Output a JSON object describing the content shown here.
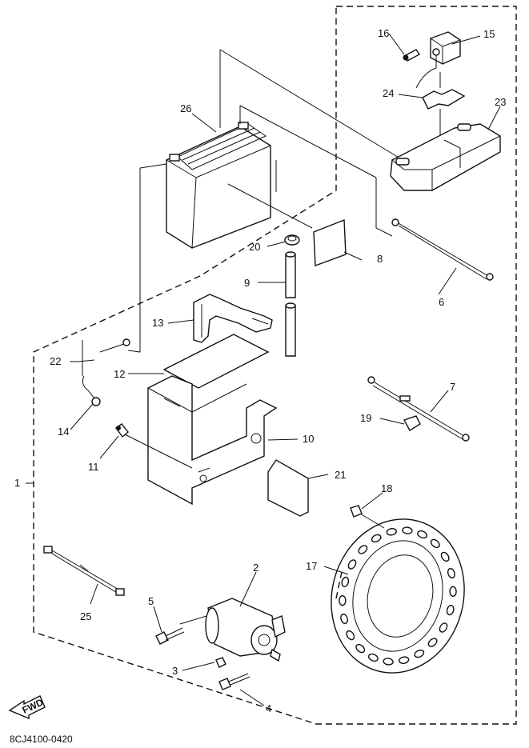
{
  "diagram_code": "8CJ4100-0420",
  "fwd_label": "FWD",
  "callouts": [
    {
      "id": "c1",
      "text": "1"
    },
    {
      "id": "c2",
      "text": "2"
    },
    {
      "id": "c3",
      "text": "3"
    },
    {
      "id": "c4",
      "text": "4"
    },
    {
      "id": "c5",
      "text": "5"
    },
    {
      "id": "c6",
      "text": "6"
    },
    {
      "id": "c7",
      "text": "7"
    },
    {
      "id": "c8",
      "text": "8"
    },
    {
      "id": "c9",
      "text": "9"
    },
    {
      "id": "c10",
      "text": "10"
    },
    {
      "id": "c11",
      "text": "11"
    },
    {
      "id": "c12",
      "text": "12"
    },
    {
      "id": "c13",
      "text": "13"
    },
    {
      "id": "c14",
      "text": "14"
    },
    {
      "id": "c15",
      "text": "15"
    },
    {
      "id": "c16",
      "text": "16"
    },
    {
      "id": "c17",
      "text": "17"
    },
    {
      "id": "c18",
      "text": "18"
    },
    {
      "id": "c19",
      "text": "19"
    },
    {
      "id": "c20",
      "text": "20"
    },
    {
      "id": "c21",
      "text": "21"
    },
    {
      "id": "c22",
      "text": "22"
    },
    {
      "id": "c23",
      "text": "23"
    },
    {
      "id": "c24",
      "text": "24"
    },
    {
      "id": "c25",
      "text": "25"
    },
    {
      "id": "c26",
      "text": "26"
    }
  ]
}
